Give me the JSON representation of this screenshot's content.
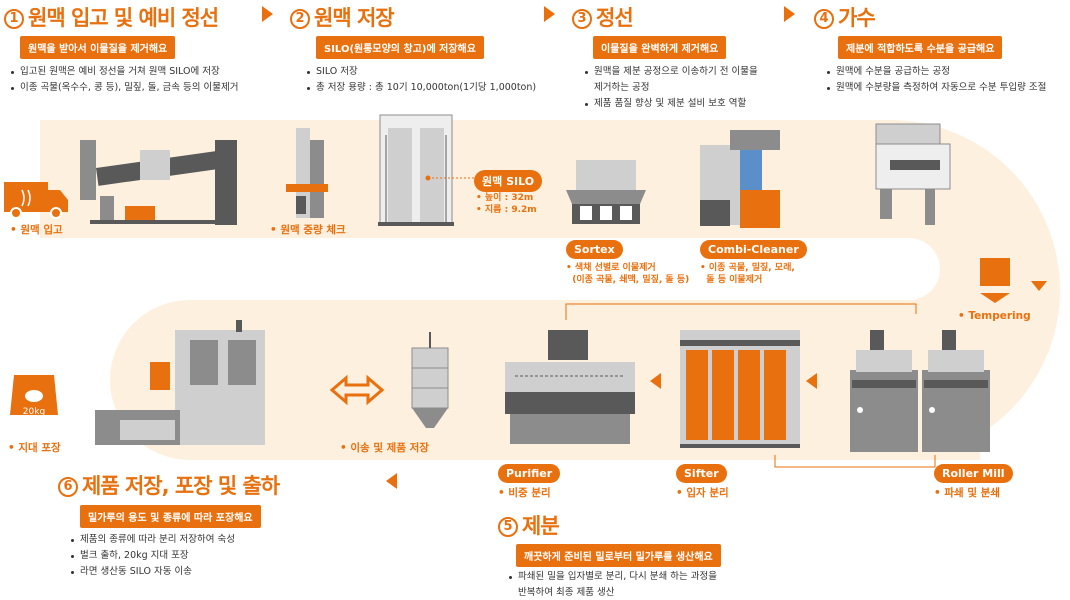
{
  "steps": [
    {
      "num": "1",
      "title": "원맥 입고 및 예비 정선",
      "tag": "원맥을 받아서 이물질을 제거해요",
      "bullets": [
        "입고된 원맥은 예비 정선을 거쳐 원맥 SILO에 저장",
        "이종 곡물(옥수수, 콩 등), 밀짚, 돌, 금속 등의 이물제거"
      ]
    },
    {
      "num": "2",
      "title": "원맥 저장",
      "tag": "SILO(원통모양의 창고)에 저장해요",
      "bullets": [
        "SILO 저장",
        "총 저장 용량 : 총 10기 10,000ton(1기당 1,000ton)"
      ]
    },
    {
      "num": "3",
      "title": "정선",
      "tag": "이물질을 완벽하게 제거해요",
      "bullets": [
        "원맥을 제분 공정으로 이송하기 전 이물을",
        "제거하는 공정",
        "제품 품질 향상 및 제분 설비 보호 역할"
      ]
    },
    {
      "num": "4",
      "title": "가수",
      "tag": "제분에 적합하도록 수분을 공급해요",
      "bullets": [
        "원맥에 수분을 공급하는 공정",
        "원맥에 수분량을 측정하여 자동으로 수분 투입량 조절"
      ]
    },
    {
      "num": "5",
      "title": "제분",
      "tag": "깨끗하게 준비된 밀로부터 밀가루를 생산해요",
      "bullets": [
        "파쇄된 밀을 입자별로 분리, 다시 분쇄 하는 과정을",
        "반복하여 최종 제품 생산"
      ]
    },
    {
      "num": "6",
      "title": "제품 저장, 포장 및 출하",
      "tag": "밀가루의 용도 및 종류에 따라 포장해요",
      "bullets": [
        "제품의 종류에 따라 분리 저장하여 숙성",
        "벌크 출하, 20kg 지대 포장",
        "라면 생산동 SILO 자동 이송"
      ]
    }
  ],
  "labels": {
    "intake": "원맥 입고",
    "weight": "원맥 중량 체크",
    "silo_name": "원맥 SILO",
    "silo_height": "높이 : 32m",
    "silo_diameter": "지름 : 9.2m",
    "sortex": "Sortex",
    "sortex_desc1": "색채 선별로 이물제거",
    "sortex_desc2": "(이종 곡물, 쇄맥, 밀짚, 돌 등)",
    "combi": "Combi-Cleaner",
    "combi_desc1": "이종 곡물, 밀짚, 모래,",
    "combi_desc2": "돌 등 이물제거",
    "tempering": "Tempering",
    "roller": "Roller Mill",
    "roller_desc": "파쇄 및 분쇄",
    "sifter": "Sifter",
    "sifter_desc": "입자 분리",
    "purifier": "Purifier",
    "purifier_desc": "비중 분리",
    "transfer": "이송 및 제품 저장",
    "bag": "지대 포장",
    "bag_weight": "20kg"
  },
  "colors": {
    "accent": "#e8700e",
    "band": "#fdf0df",
    "machine_dark": "#595959",
    "machine_mid": "#8c8c8c",
    "machine_light": "#cfcfcf"
  }
}
